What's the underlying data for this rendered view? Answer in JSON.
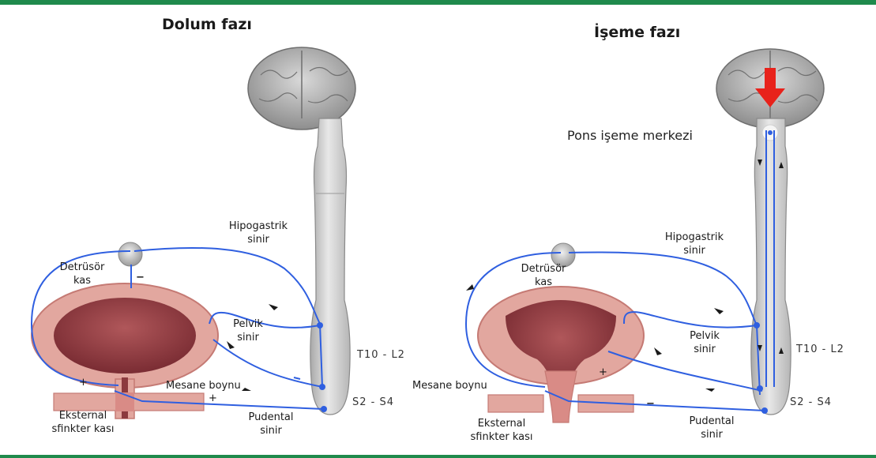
{
  "colors": {
    "accent": "#1f8a4c",
    "nerve": "#2f5fe0",
    "arrow": "#e8221b",
    "tissue": "#d98b86",
    "spine": "#d6d6d6"
  },
  "panels": {
    "left": {
      "title": "Dolum fazı"
    },
    "right": {
      "title": "İşeme fazı",
      "pons_label": "Pons işeme merkezi"
    }
  },
  "labels": {
    "hipogastrik_1": "Hipogastrik",
    "hipogastrik_2": "sinir",
    "detrusor_1": "Detrüsör",
    "detrusor_2": "kas",
    "pelvik_1": "Pelvik",
    "pelvik_2": "sinir",
    "mesane_boynu": "Mesane boynu",
    "eksternal_1": "Eksternal",
    "eksternal_2": "sfinkter kası",
    "pudental_1": "Pudental",
    "pudental_2": "sinir",
    "seg_upper": "T10 - L2",
    "seg_lower": "S2 - S4",
    "plus": "+",
    "minus": "−"
  },
  "icons": [
    "brain-icon",
    "spinal-cord-icon",
    "bladder-icon",
    "ganglion-icon",
    "red-down-arrow-icon"
  ]
}
